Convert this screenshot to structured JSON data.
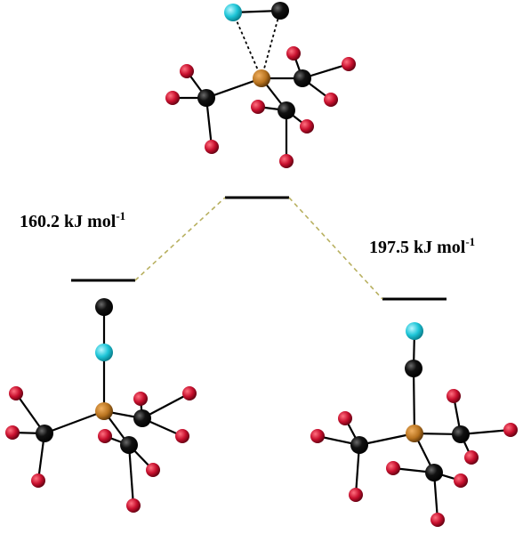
{
  "barriers": {
    "left": {
      "value": "160.2 kJ mol",
      "exponent": "-1"
    },
    "right": {
      "value": "197.5 kJ mol",
      "exponent": "-1"
    }
  },
  "colors": {
    "metal": "#b8731f",
    "carbon": "#0a0a0a",
    "oxygen": "#c8102e",
    "nitrogen": "#1ec6d8",
    "bond": "#000000",
    "pathway": "#b8b060"
  }
}
